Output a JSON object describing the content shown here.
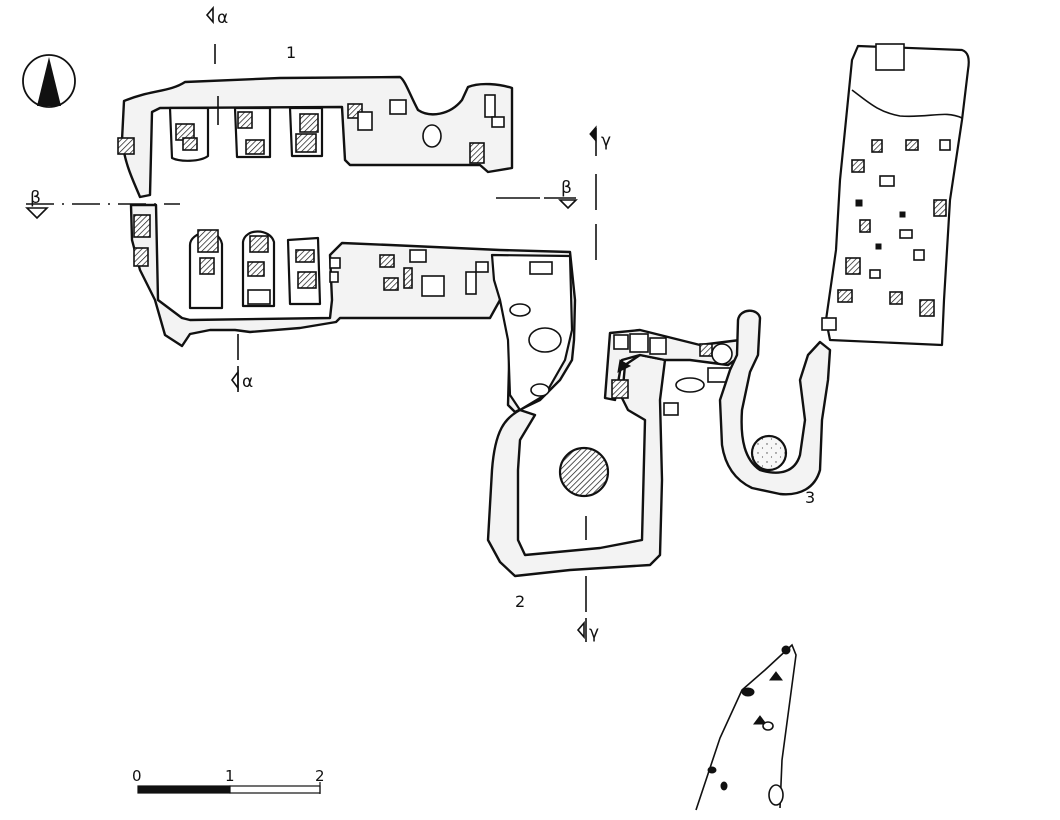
{
  "title": "",
  "north_arrow": {
    "icon": "north-arrow-icon"
  },
  "structures": [
    {
      "id": "1",
      "label": "1"
    },
    {
      "id": "2",
      "label": "2"
    },
    {
      "id": "3",
      "label": "3"
    }
  ],
  "section_markers": {
    "alpha": "α",
    "beta": "β",
    "gamma": "γ"
  },
  "scale_bar": {
    "ticks": [
      "0",
      "1",
      "2"
    ]
  },
  "colors": {
    "ink": "#111111",
    "wall_fill": "#f3f3f3",
    "background": "#ffffff"
  }
}
